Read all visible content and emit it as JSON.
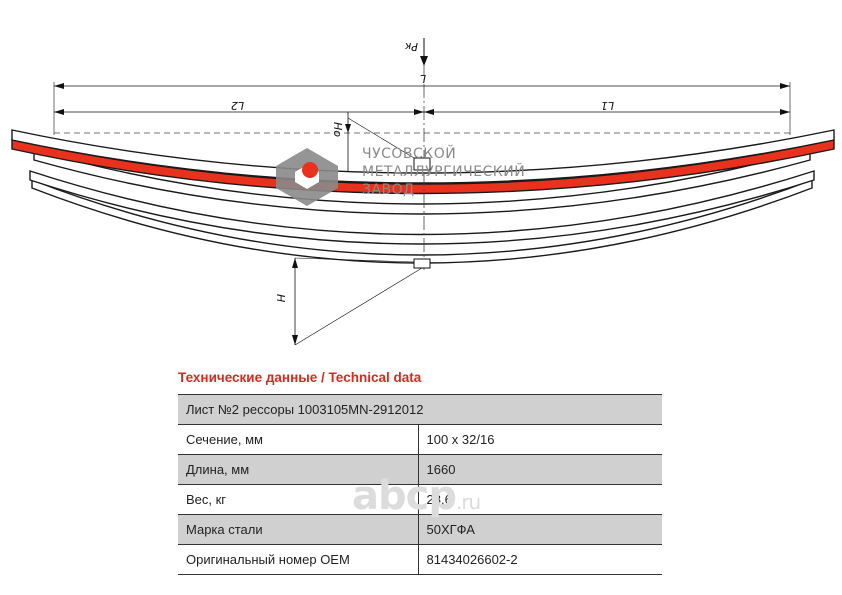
{
  "drawing": {
    "labels": {
      "pk": "Pк",
      "l": "L",
      "l1": "L1",
      "l2": "L2",
      "h0": "Ho",
      "h": "H"
    },
    "logo": {
      "line1": "ЧУСОВСКОЙ",
      "line2": "МЕТАЛЛУРГИЧЕСКИЙ",
      "line3": "ЗАВОД"
    },
    "colors": {
      "highlight_leaf": "#e8321e",
      "outline": "#1a1a1a",
      "logo_gray": "#8a8a8a",
      "logo_red": "#e8321e"
    }
  },
  "watermark": {
    "brand": "abcp",
    "suffix": ".ru"
  },
  "technical": {
    "title": "Технические данные / Technical data",
    "header": "Лист №2 рессоры 1003105MN-2912012",
    "rows": [
      {
        "label": "Сечение, мм",
        "value": "100 х 32/16"
      },
      {
        "label": "Длина, мм",
        "value": "1660"
      },
      {
        "label": "Вес, кг",
        "value": "28,6"
      },
      {
        "label": "Марка стали",
        "value": "50ХГФА"
      },
      {
        "label": "Оригинальный номер OEM",
        "value": "81434026602-2"
      }
    ]
  }
}
